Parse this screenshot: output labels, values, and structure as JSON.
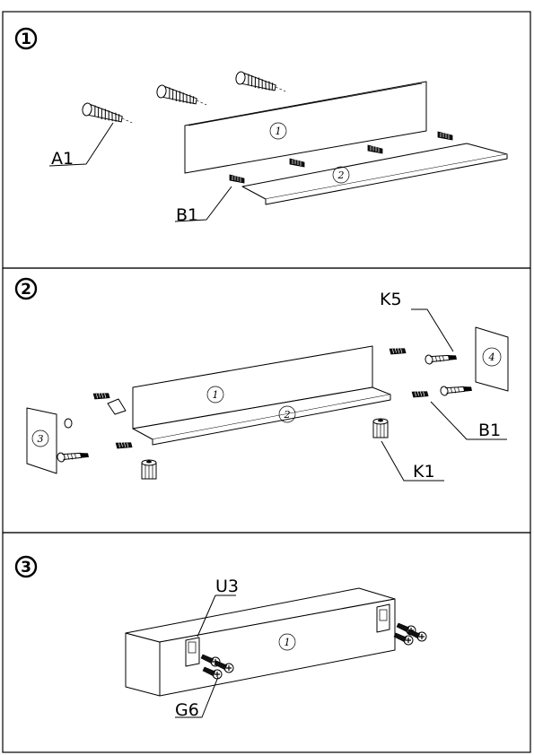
{
  "steps": [
    {
      "number": "1",
      "parts": {
        "panel_back": "1",
        "panel_shelf": "2"
      },
      "labels": {
        "screw": "A1",
        "dowel": "B1"
      }
    },
    {
      "number": "2",
      "parts": {
        "panel_back": "1",
        "panel_shelf": "2",
        "side_right": "4",
        "side_left": "3"
      },
      "labels": {
        "bolt": "K5",
        "dowel": "B1",
        "cam": "K1"
      }
    },
    {
      "number": "3",
      "parts": {
        "panel_back": "1"
      },
      "labels": {
        "bracket": "U3",
        "screw": "G6"
      }
    }
  ]
}
